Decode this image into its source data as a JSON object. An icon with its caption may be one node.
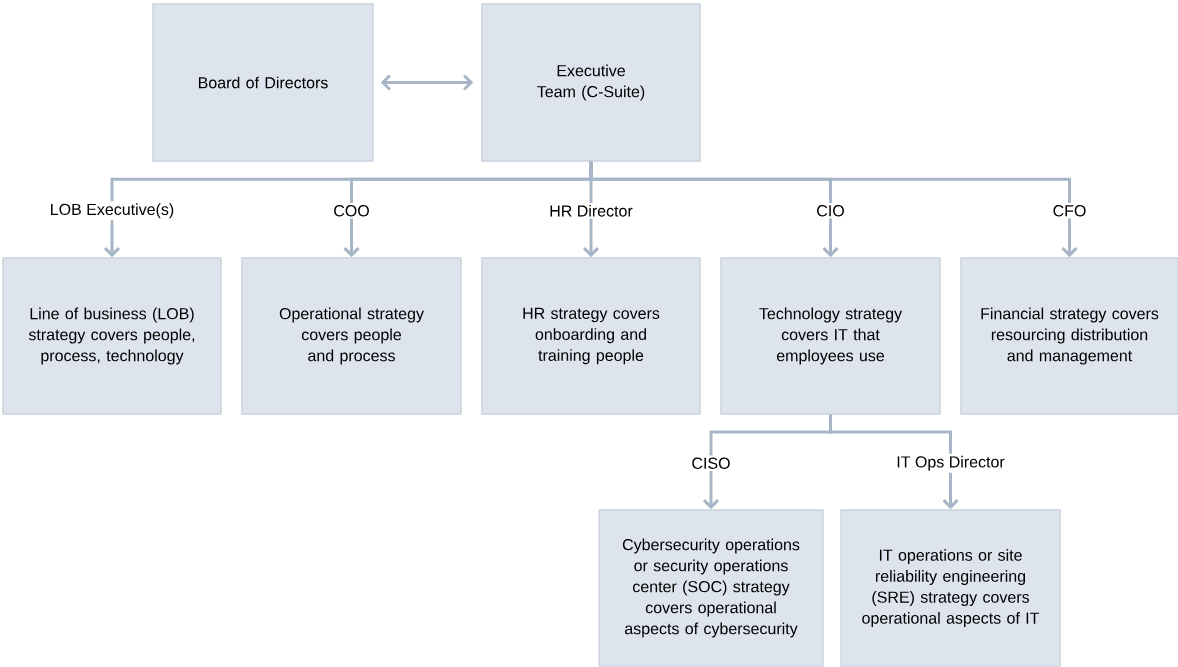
{
  "diagram": {
    "nodes": [
      {
        "text": [
          "Board of Directors"
        ]
      },
      {
        "text": [
          "Executive Team (C-Suite)"
        ]
      },
      {
        "text": [
          "Line of business (LOB) strategy covers people, process, technology"
        ]
      },
      {
        "text": [
          "Operational strategy covers people and process"
        ]
      },
      {
        "text": [
          "HR strategy covers onboarding and training people"
        ]
      },
      {
        "text": [
          "Technology strategy covers IT that employees use"
        ]
      },
      {
        "text": [
          "Financial strategy covers resourcing distribution and management"
        ]
      },
      {
        "text": [
          "Cybersecurity operations or security operations center (SOC) strategy covers operational aspects of cybersecurity"
        ]
      },
      {
        "text": [
          "IT operations or site reliability engineering (SRE) strategy covers operational aspects of IT"
        ]
      }
    ],
    "edges": [
      {
        "from": 0,
        "to": 1,
        "arrow": "both"
      },
      {
        "from": 1,
        "to": 2,
        "arrow": "to",
        "label": "LOB Executive(s)"
      },
      {
        "from": 1,
        "to": 3,
        "arrow": "to",
        "label": "COO"
      },
      {
        "from": 1,
        "to": 4,
        "arrow": "to",
        "label": "HR Director"
      },
      {
        "from": 1,
        "to": 5,
        "arrow": "to",
        "label": "CIO"
      },
      {
        "from": 1,
        "to": 6,
        "arrow": "to",
        "label": "CFO"
      },
      {
        "from": 5,
        "to": 7,
        "arrow": "to",
        "label": "CISO"
      },
      {
        "from": 5,
        "to": 8,
        "arrow": "to",
        "label": "IT Ops Director"
      }
    ]
  }
}
